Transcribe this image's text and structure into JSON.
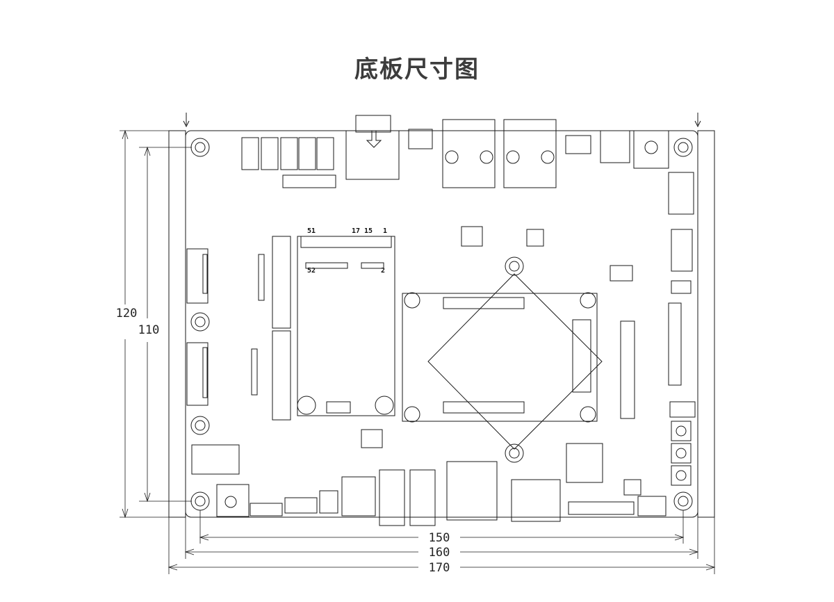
{
  "title": "底板尺寸图",
  "dimensions": {
    "height_outer": "120",
    "height_inner": "110",
    "width_holes": "150",
    "width_board": "160",
    "width_overall": "170"
  },
  "connector_pins": {
    "p51": "51",
    "p17": "17",
    "p15": "15",
    "p1": "1",
    "p52": "52",
    "p2": "2"
  },
  "colors": {
    "line": "#1a1a1a",
    "title": "#3c3c3c",
    "background": "#ffffff"
  }
}
